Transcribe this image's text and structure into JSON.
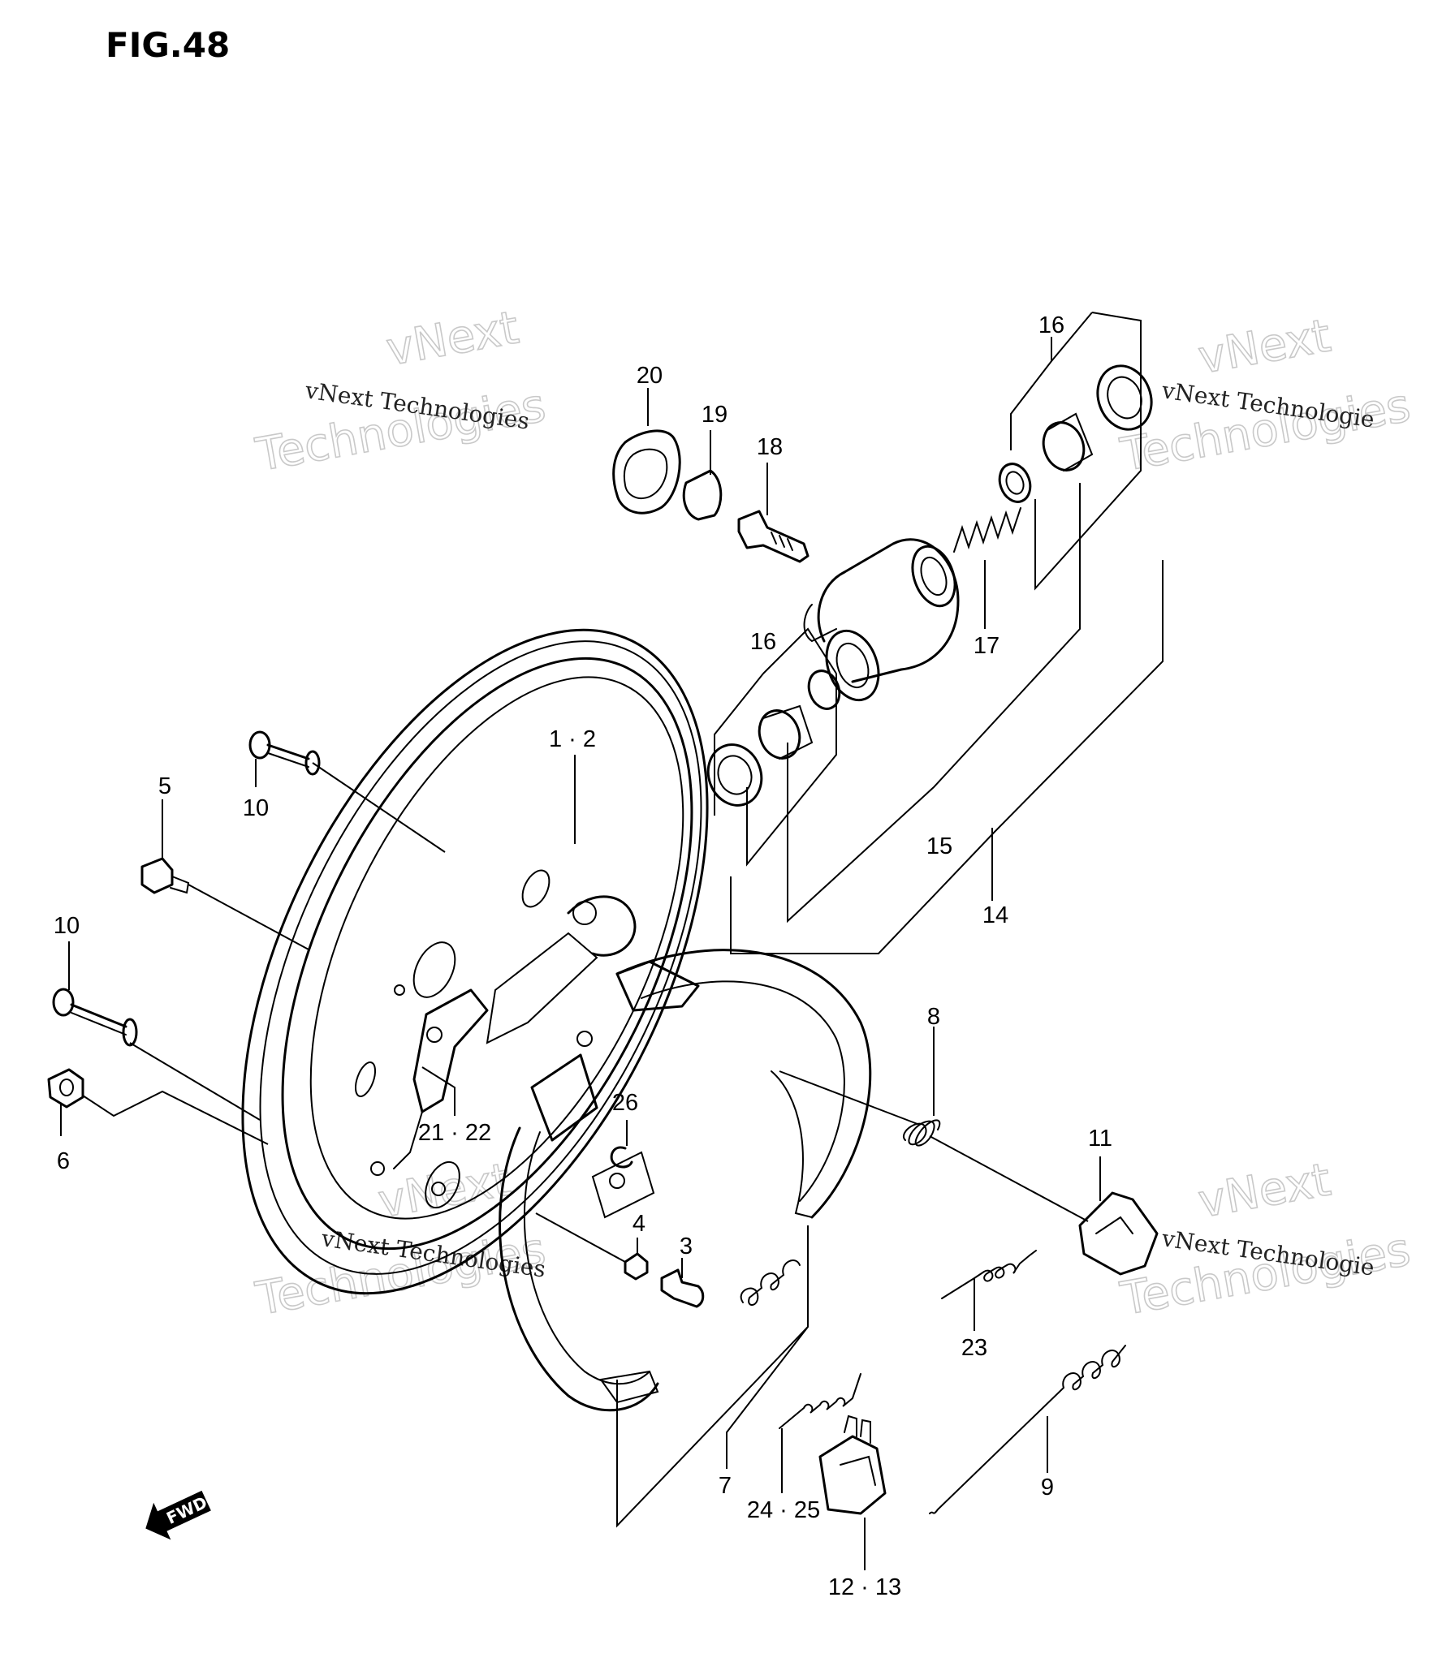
{
  "figure": {
    "title": "FIG.48"
  },
  "labels": {
    "l1_2": "1 · 2",
    "l3": "3",
    "l4": "4",
    "l5": "5",
    "l6": "6",
    "l7": "7",
    "l8": "8",
    "l9": "9",
    "l10a": "10",
    "l10b": "10",
    "l11": "11",
    "l12_13": "12 · 13",
    "l14": "14",
    "l15": "15",
    "l16a": "16",
    "l16b": "16",
    "l17": "17",
    "l18": "18",
    "l19": "19",
    "l20": "20",
    "l21_22": "21 · 22",
    "l23": "23",
    "l24_25": "24 · 25",
    "l26": "26"
  },
  "watermark": {
    "line_top": "vNext",
    "line_mid": "vNext Technologies",
    "line_bottom": "Technologies",
    "line_mid_cut": "vNext Technologie"
  },
  "direction_marker": {
    "text": "FWD"
  }
}
